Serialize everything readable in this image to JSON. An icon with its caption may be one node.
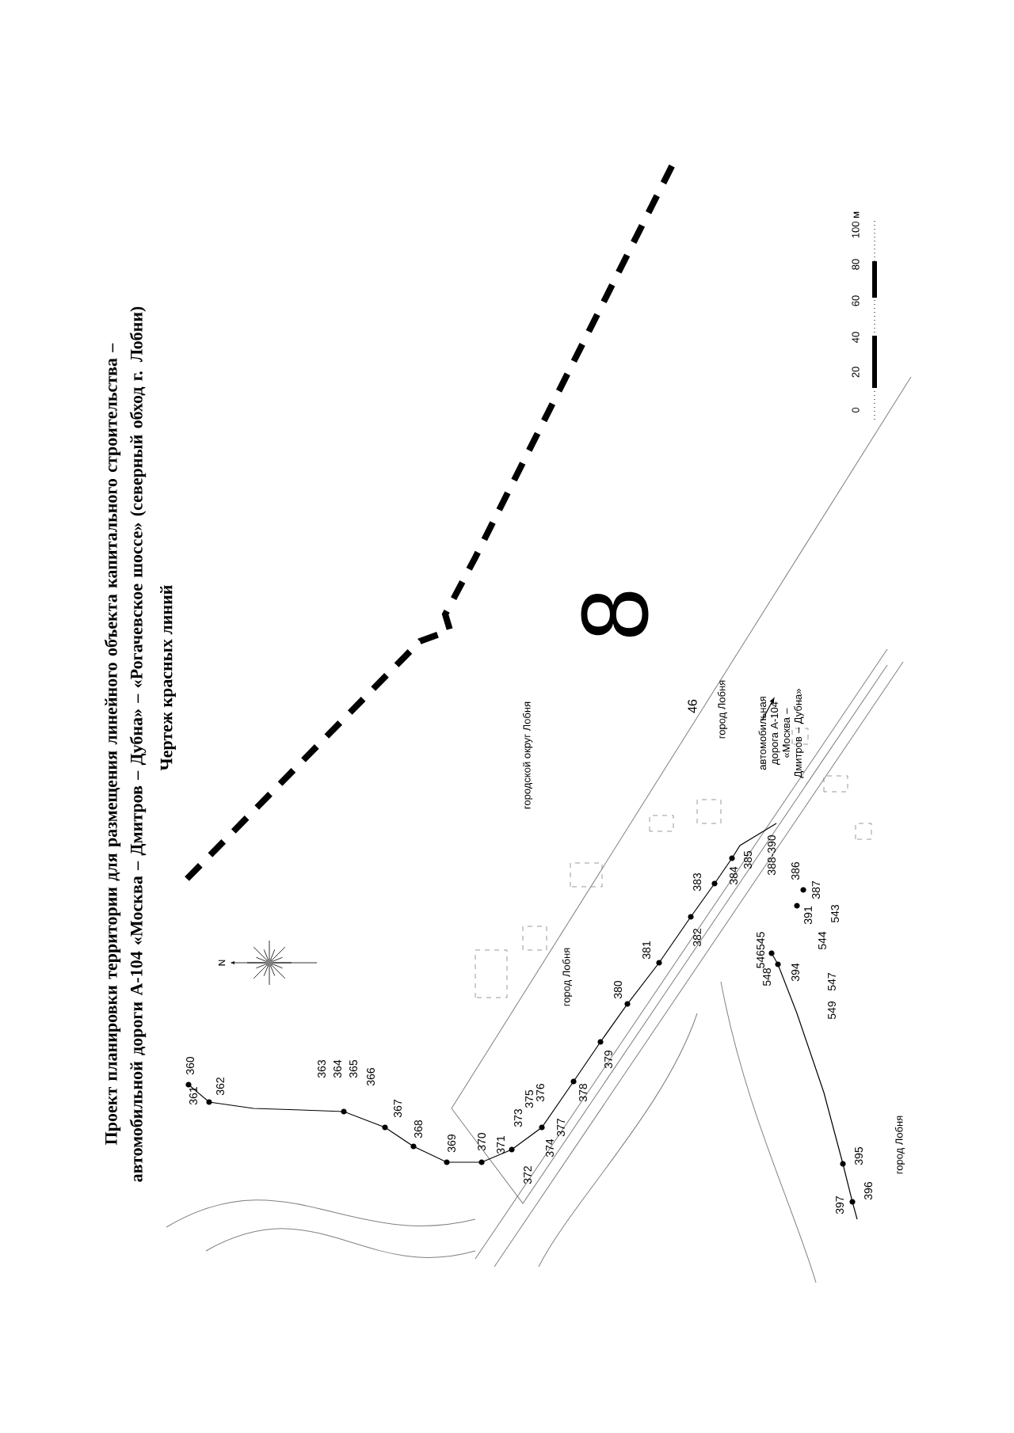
{
  "diagram": {
    "title": "Проект планировки территории для размещения линейного объекта капитального строительства – автомобильной дороги А-104 «Москва – Дмитров – Дубна» – «Рогачевское шоссе» (северный обход г. Лобни)",
    "labels": [
      "46",
      "Чертеж красных линий",
      "N",
      "360",
      "361",
      "362",
      "363",
      "364",
      "365",
      "366",
      "367",
      "368",
      "369",
      "370",
      "371",
      "372",
      "373",
      "375",
      "376",
      "374",
      "377",
      "378",
      "379",
      "380",
      "381",
      "382",
      "383",
      "384",
      "385",
      "388-390",
      "386",
      "387",
      "546545",
      "548",
      "394",
      "391",
      "544",
      "543",
      "547",
      "549",
      "395",
      "396",
      "397",
      "город Лобня",
      "городской округ Лобня",
      "город Лобня",
      "автомобильная дорога А-104 «Москва – Дмитров – Дубна»",
      "город Лобня",
      "8",
      "0",
      "20",
      "40",
      "60",
      "80",
      "100 м"
    ]
  }
}
